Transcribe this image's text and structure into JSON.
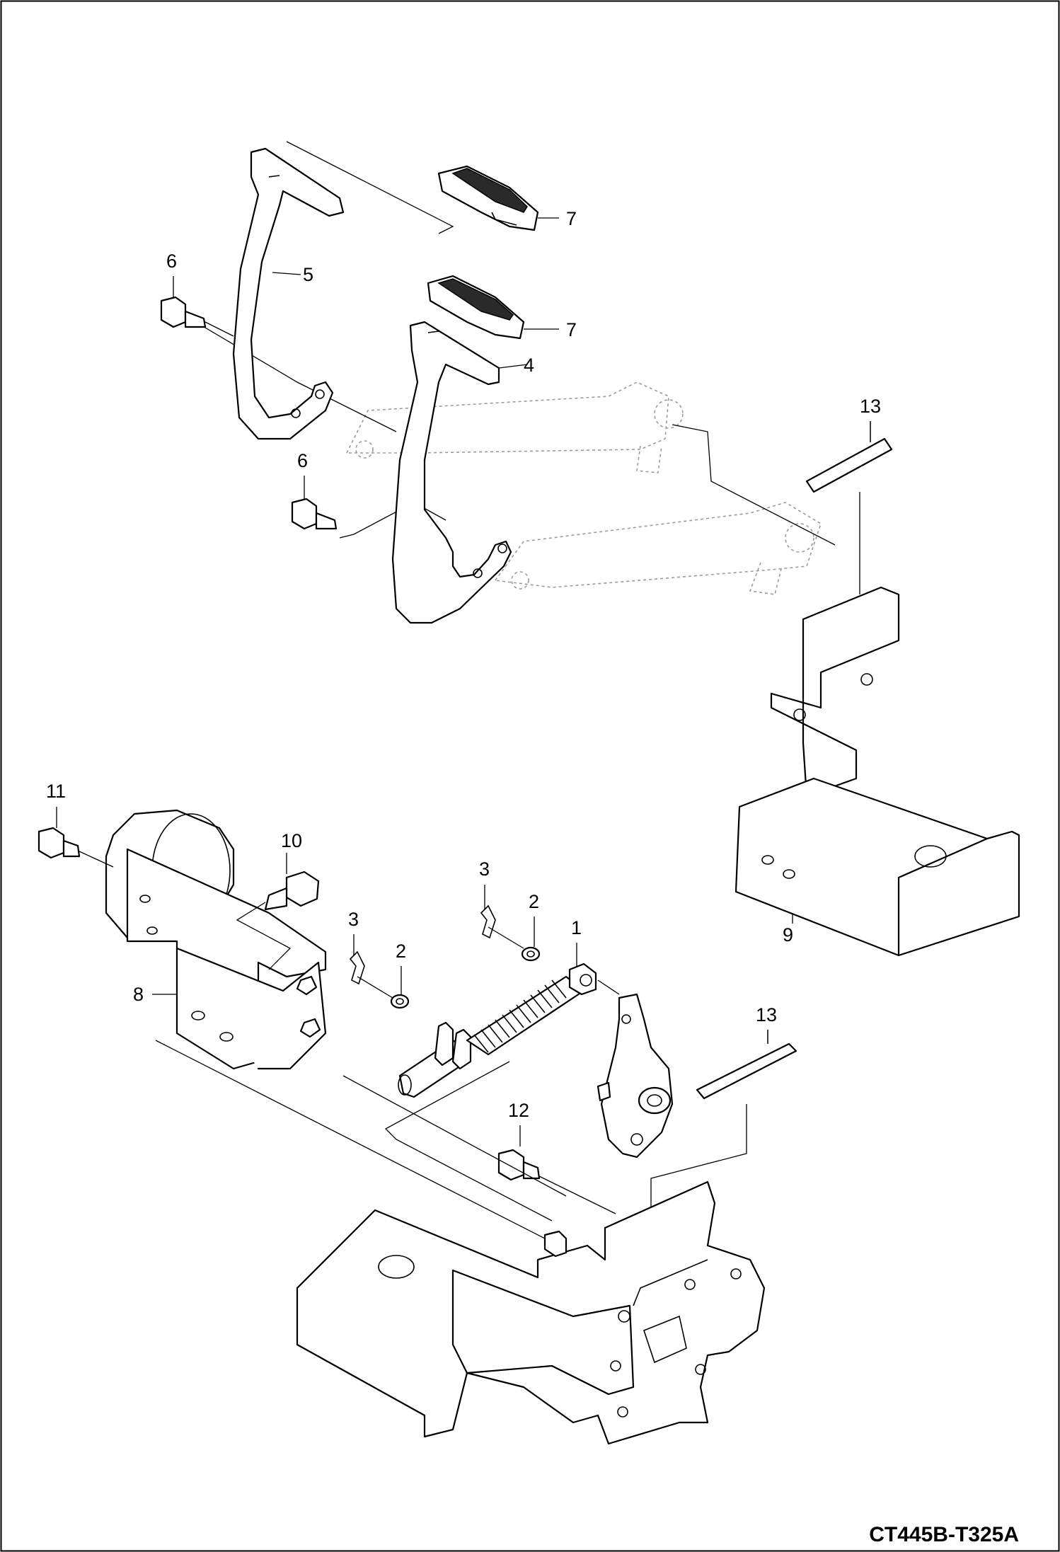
{
  "diagram": {
    "drawing_code": "CT445B-T325A",
    "callouts": [
      {
        "id": "c1",
        "label": "1"
      },
      {
        "id": "c2a",
        "label": "2"
      },
      {
        "id": "c2b",
        "label": "2"
      },
      {
        "id": "c3a",
        "label": "3"
      },
      {
        "id": "c3b",
        "label": "3"
      },
      {
        "id": "c4",
        "label": "4"
      },
      {
        "id": "c5",
        "label": "5"
      },
      {
        "id": "c6a",
        "label": "6"
      },
      {
        "id": "c6b",
        "label": "6"
      },
      {
        "id": "c7a",
        "label": "7"
      },
      {
        "id": "c7b",
        "label": "7"
      },
      {
        "id": "c8",
        "label": "8"
      },
      {
        "id": "c9",
        "label": "9"
      },
      {
        "id": "c10",
        "label": "10"
      },
      {
        "id": "c11",
        "label": "11"
      },
      {
        "id": "c12",
        "label": "12"
      },
      {
        "id": "c13a",
        "label": "13"
      },
      {
        "id": "c13b",
        "label": "13"
      }
    ]
  }
}
